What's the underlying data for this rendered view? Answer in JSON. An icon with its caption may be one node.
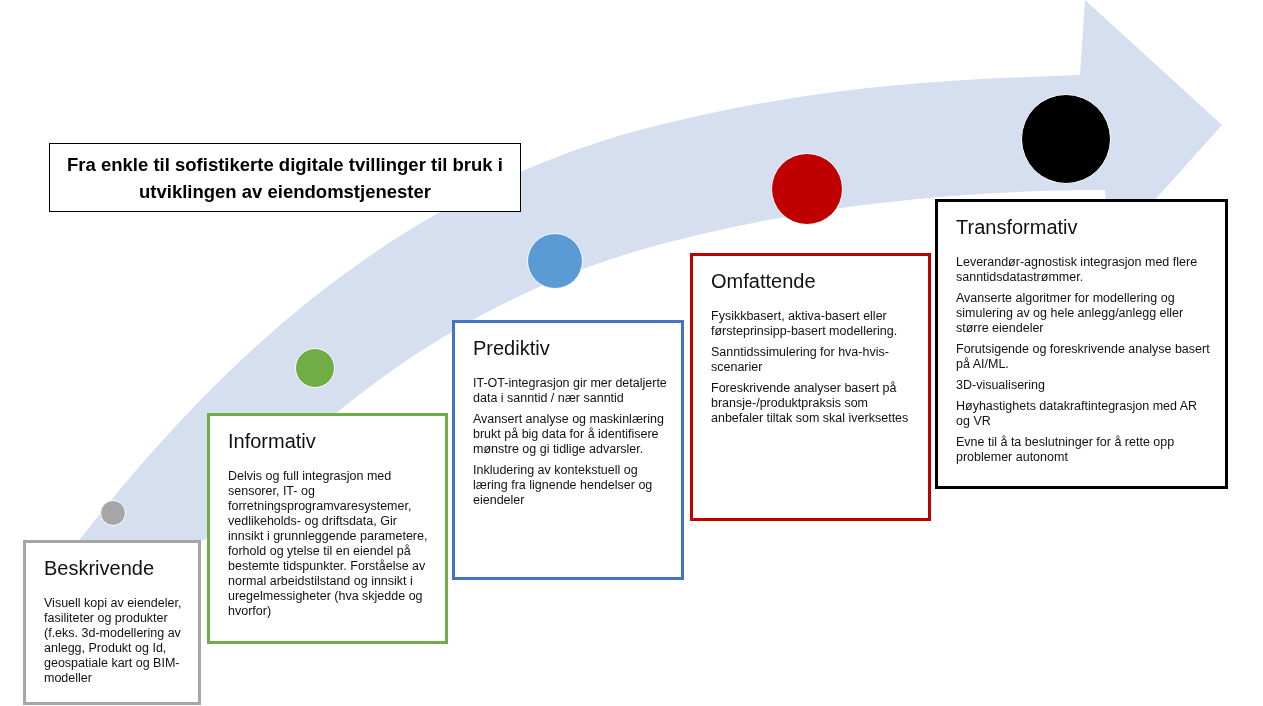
{
  "diagram": {
    "nodes": [
      {
        "text": [
          "Fra enkle til sofistikerte digitale tvillinger til bruk i utviklingen av  eiendomstjenester"
        ]
      },
      {
        "text": [
          "Beskrivende",
          "Visuell kopi av eiendeler, fasiliteter og produkter (f.eks. 3d-modellering av anlegg, Produkt og Id, geospatiale kart og BIM-modeller"
        ]
      },
      {
        "text": [
          "Informativ",
          "Delvis og full integrasjon med sensorer, IT- og forretningsprogramvaresystemer, vedlikeholds- og driftsdata, Gir innsikt i grunnleggende parametere, forhold og ytelse til en eiendel på bestemte tidspunkter. Forståelse av normal arbeidstilstand og innsikt i uregelmessigheter (hva skjedde og hvorfor)"
        ]
      },
      {
        "text": [
          "Prediktiv",
          "IT-OT-integrasjon gir mer detaljerte data i sanntid / nær sanntid",
          "Avansert analyse og maskinlæring brukt på big data for å identifisere mønstre og gi tidlige advarsler.",
          "Inkludering av kontekstuell og læring fra lignende hendelser og eiendeler"
        ]
      },
      {
        "text": [
          "Omfattende",
          "Fysikkbasert, aktiva-basert eller førsteprinsipp-basert modellering.",
          "Sanntidssimulering for hva-hvis-scenarier",
          "Foreskrivende analyser basert på bransje-/produktpraksis som anbefaler tiltak som skal iverksettes"
        ]
      },
      {
        "text": [
          "Transformativ",
          "Leverandør-agnostisk integrasjon med flere sanntidsdatastrømmer.",
          "Avanserte algoritmer for modellering og simulering av og hele anlegg/anlegg eller større eiendeler",
          "Forutsigende og foreskrivende analyse basert på AI/ML.",
          "3D-visualisering",
          "Høyhastighets datakraftintegrasjon med AR og VR",
          "Evne til å ta beslutninger for å rette opp problemer autonomt"
        ]
      },
      {
        "text": [],
        "shape": "circle"
      },
      {
        "text": [],
        "shape": "circle"
      },
      {
        "text": [],
        "shape": "circle"
      },
      {
        "text": [],
        "shape": "circle"
      },
      {
        "text": [],
        "shape": "circle"
      }
    ]
  }
}
